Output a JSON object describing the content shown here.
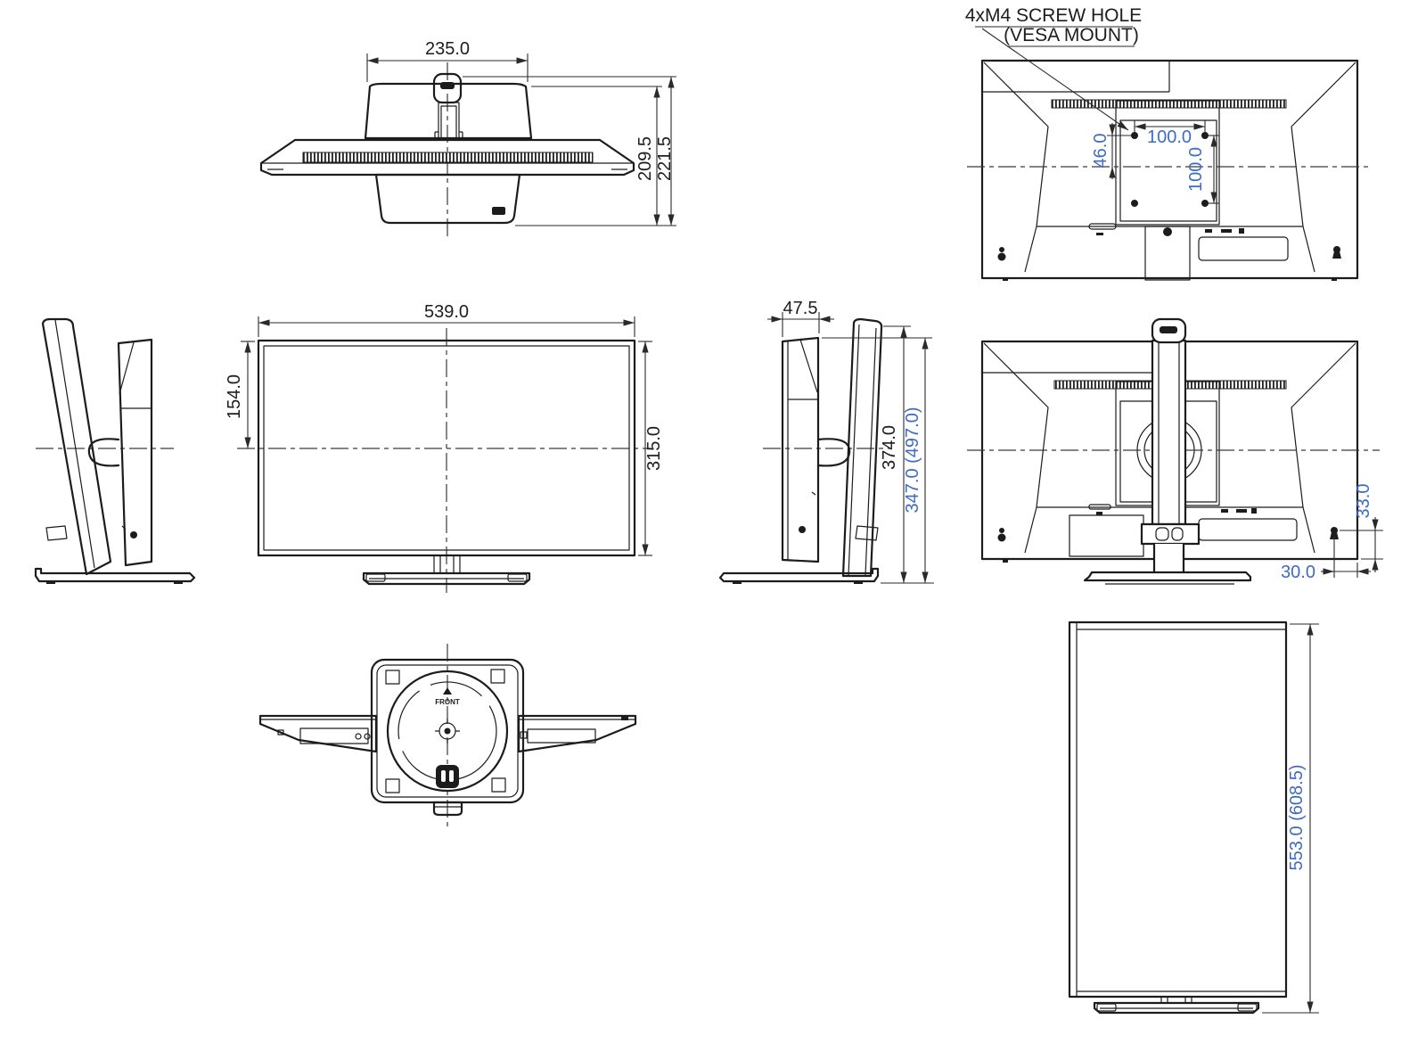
{
  "drawing": {
    "colors": {
      "line": "#1c1c1c",
      "dim_text": "#1d1d1d",
      "dim_text_highlight": "#3f6cc0"
    },
    "note": {
      "line1": "4xM4 SCREW HOLE",
      "line2": "(VESA MOUNT)"
    },
    "top_view": {
      "width": "235.0",
      "depth_inner": "209.5",
      "depth_total": "221.5"
    },
    "front_view": {
      "width": "539.0",
      "center_from_top": "154.0",
      "height": "315.0"
    },
    "side_view": {
      "depth": "47.5",
      "overall_height": "374.0",
      "panel_height": "347.0 (497.0)"
    },
    "rear_view": {
      "vesa_width": "100.0",
      "vesa_height": "100.0",
      "vesa_offset": "46.0"
    },
    "rear_stand_view": {
      "lock_offset_v": "33.0",
      "lock_offset_h": "30.0"
    },
    "bottom_view": {
      "front_label": "FRONT"
    },
    "portrait_view": {
      "height": "553.0 (608.5)"
    }
  }
}
